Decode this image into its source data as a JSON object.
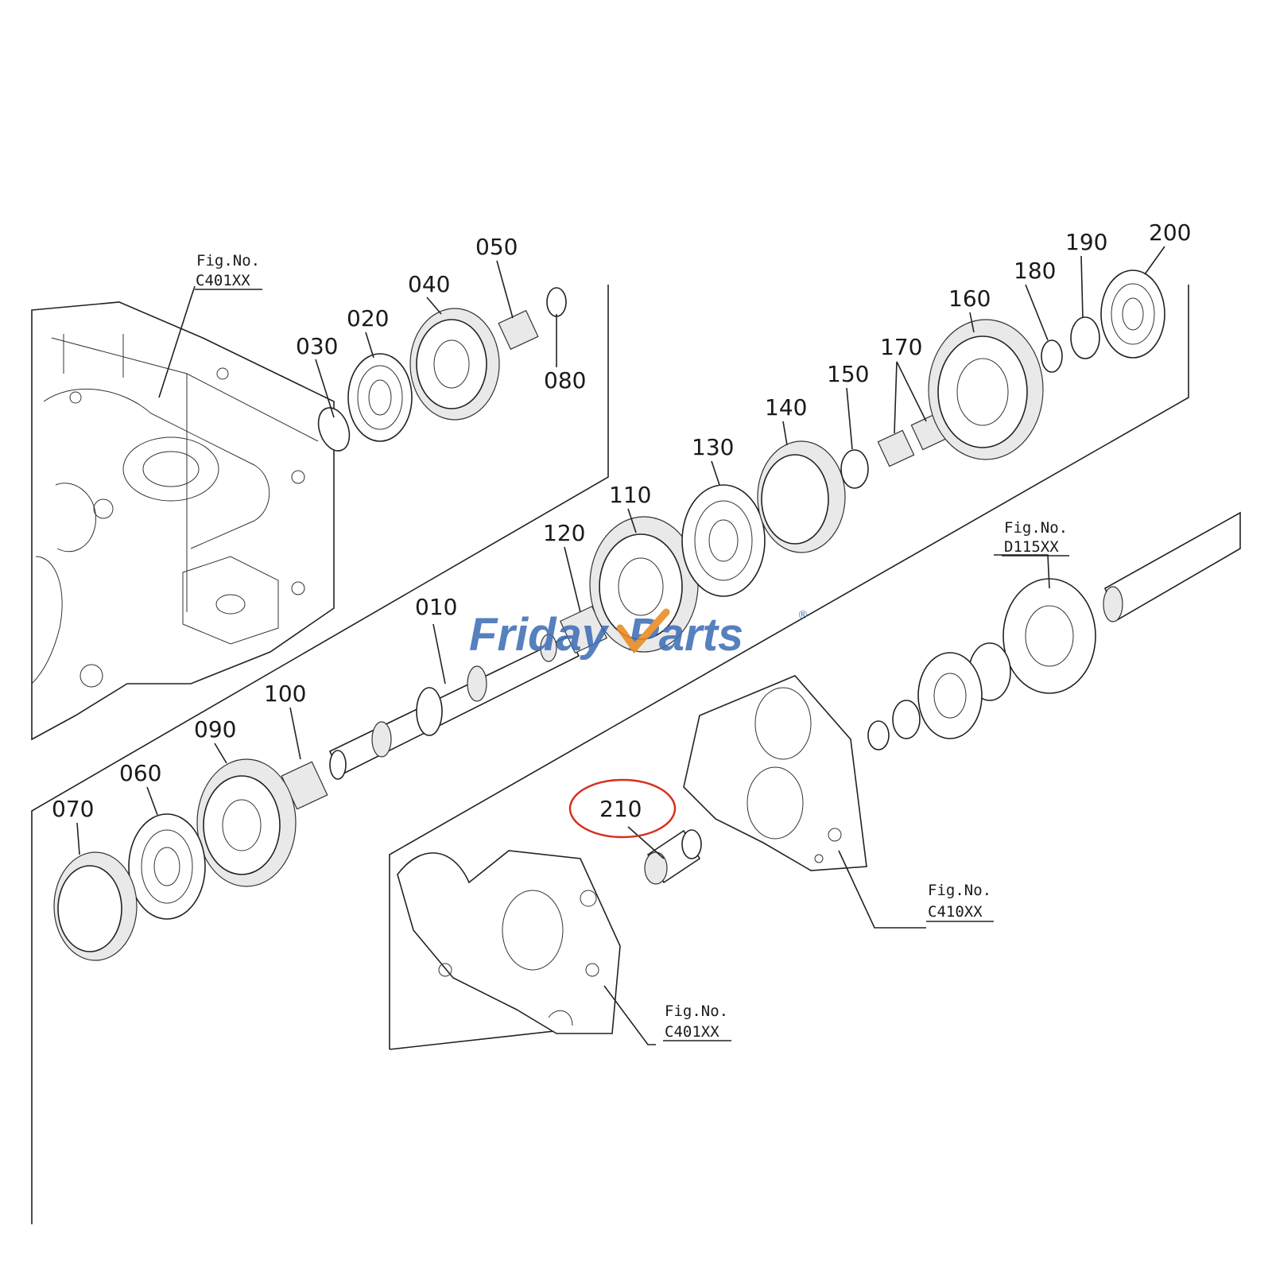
{
  "watermark": {
    "part1": "Friday",
    "part2": "Parts",
    "mark": "®",
    "color_main": "#3f6fb6",
    "color_accent": "#e88a1e"
  },
  "highlight": {
    "part": "210",
    "color": "#d7301f"
  },
  "figure_refs": {
    "top_left": {
      "label": "Fig.No.",
      "code": "C401XX"
    },
    "right_shaft": {
      "label": "Fig.No.",
      "code": "D115XX"
    },
    "right_bottom": {
      "label": "Fig.No.",
      "code": "C410XX"
    },
    "bottom_center": {
      "label": "Fig.No.",
      "code": "C401XX"
    }
  },
  "parts": {
    "p010": "010",
    "p020": "020",
    "p030": "030",
    "p040": "040",
    "p050": "050",
    "p060": "060",
    "p070": "070",
    "p080": "080",
    "p090": "090",
    "p100": "100",
    "p110": "110",
    "p120": "120",
    "p130": "130",
    "p140": "140",
    "p150": "150",
    "p160": "160",
    "p170": "170",
    "p180": "180",
    "p190": "190",
    "p200": "200",
    "p210": "210"
  }
}
